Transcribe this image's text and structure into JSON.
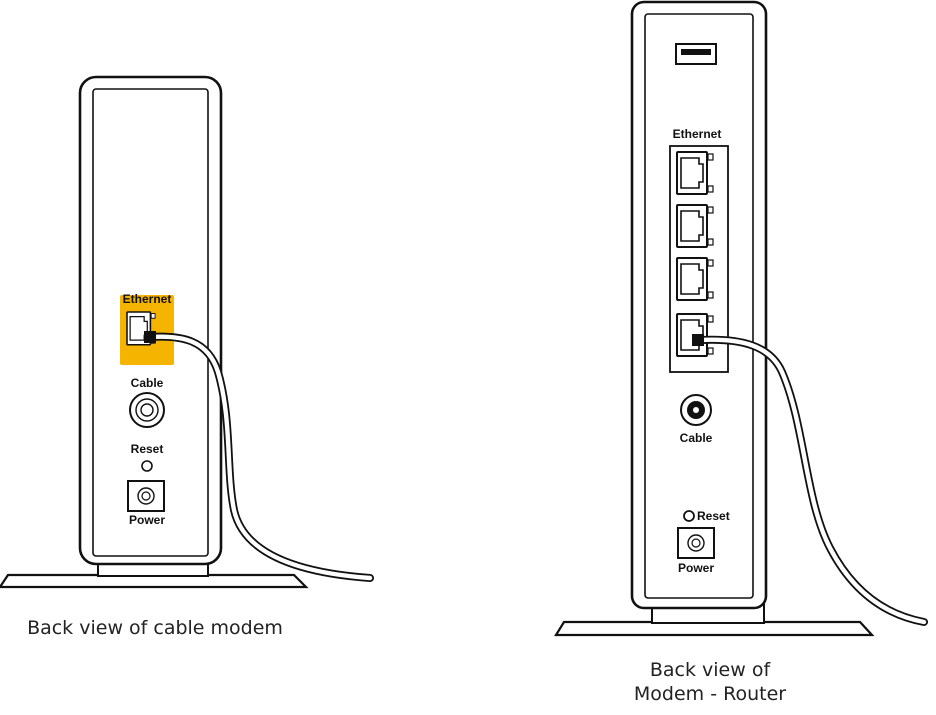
{
  "colors": {
    "outline": "#111111",
    "highlight": "#f5b400",
    "background": "#ffffff"
  },
  "cable_modem": {
    "ethernet_label": "Ethernet",
    "cable_label": "Cable",
    "reset_label": "Reset",
    "power_label": "Power",
    "caption": "Back view of cable modem"
  },
  "modem_router": {
    "ethernet_label": "Ethernet",
    "cable_label": "Cable",
    "reset_label": "Reset",
    "power_label": "Power",
    "caption_line1": "Back view of",
    "caption_line2": "Modem - Router"
  }
}
